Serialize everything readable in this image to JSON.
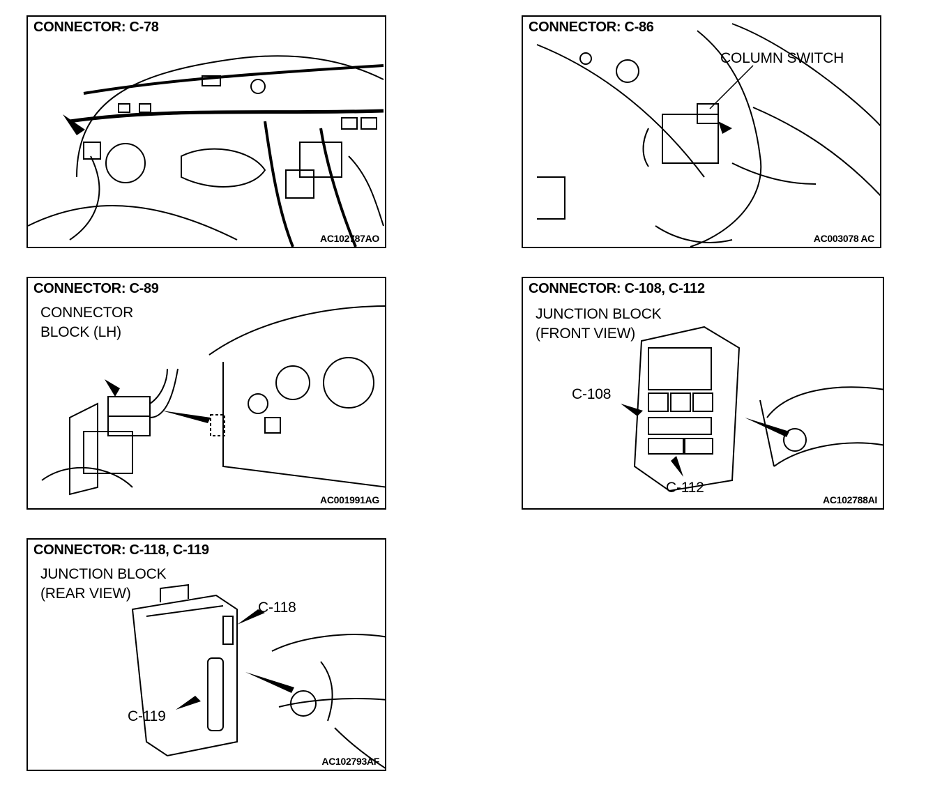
{
  "panels": [
    {
      "id": "c78",
      "title": "CONNECTOR: C-78",
      "code": "AC102787AO",
      "labels": []
    },
    {
      "id": "c86",
      "title": "CONNECTOR: C-86",
      "code": "AC003078 AC",
      "labels": [
        "COLUMN SWITCH"
      ]
    },
    {
      "id": "c89",
      "title": "CONNECTOR: C-89",
      "code": "AC001991AG",
      "labels": [
        "CONNECTOR",
        "BLOCK (LH)"
      ]
    },
    {
      "id": "c108",
      "title": "CONNECTOR: C-108, C-112",
      "code": "AC102788AI",
      "labels": [
        "JUNCTION BLOCK",
        "(FRONT VIEW)",
        "C-108",
        "C-112"
      ]
    },
    {
      "id": "c118",
      "title": "CONNECTOR: C-118, C-119",
      "code": "AC102793AF",
      "labels": [
        "JUNCTION BLOCK",
        "(REAR VIEW)",
        "C-118",
        "C-119"
      ]
    }
  ]
}
